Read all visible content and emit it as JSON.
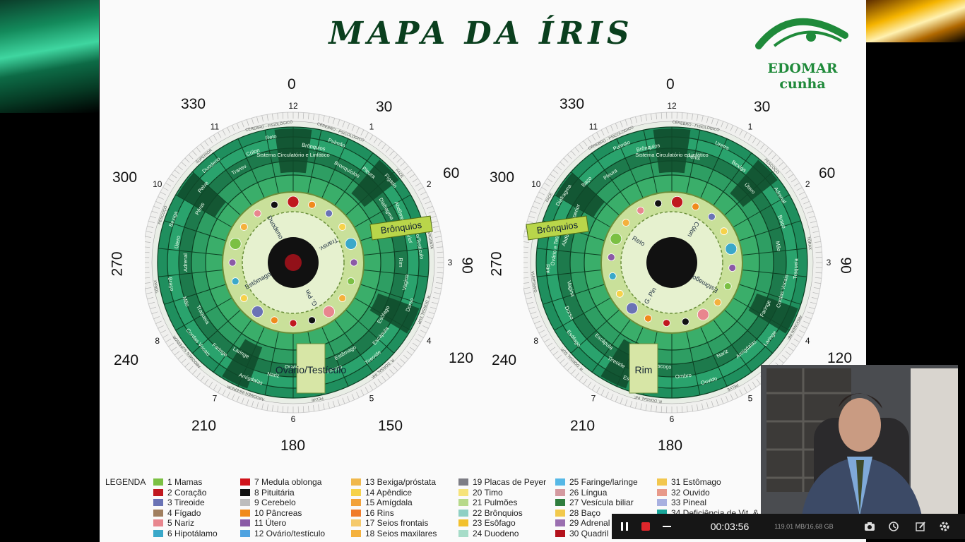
{
  "slide": {
    "title": "MAPA DA ÍRIS",
    "logo_text": "EDOMAR cunha"
  },
  "degrees": [
    "0",
    "30",
    "60",
    "90",
    "120",
    "150",
    "180",
    "210",
    "240",
    "270",
    "300",
    "330"
  ],
  "clock_hours": [
    "12",
    "1",
    "2",
    "3",
    "4",
    "5",
    "6",
    "7",
    "8",
    "9",
    "10",
    "11"
  ],
  "left_iris": {
    "outer_ring_labels": [
      "CÉREBRO - FISIOLÓGICO",
      "CÉREBRO - PSICOLÓGICO",
      "FACE",
      "GARGANTA",
      "R. DORSAL SUP.",
      "R. DORSAL INF.",
      "PELVE",
      "ABDOMEN INFERIOR",
      "ABDOMEN SUPERIOR",
      "TÓRAX",
      "PESCOÇO",
      "SUPERIOR"
    ],
    "zone_labels": [
      "Sistema Circulatório e Linfático",
      "Brônquios",
      "Pulmão",
      "Bronquíolos",
      "Pleura",
      "Fígado",
      "Diafragma",
      "Abdômen Superior",
      "Ovário/Testículo",
      "Rim",
      "Vagina",
      "Dorso",
      "Esôfago",
      "Escápula",
      "Tireoide",
      "Estômago",
      "Pescoço",
      "Ombro",
      "Ouvido",
      "Nariz",
      "Amígdalas",
      "Laringe",
      "Faringe",
      "Cordas Vocais",
      "Traqueia",
      "Mão",
      "Braço",
      "Adrenal",
      "Útero",
      "Bexiga",
      "Pênis",
      "Pelve",
      "Duodeno",
      "Transv.",
      "Cólon",
      "Reto"
    ],
    "inner_labels": [
      "Estômago",
      "Duodeno",
      "Transv.",
      "G. Pin"
    ]
  },
  "right_iris": {
    "outer_ring_labels": [
      "CÉREBRO - FISIOLÓGICO",
      "CÉREBRO - PSICOLÓGICO",
      "FACE",
      "GARGANTA",
      "R. DORSAL SUP.",
      "R. DORSAL INF.",
      "PELVE",
      "ABDOMEN INF.",
      "TÓRAX",
      "PESCOÇO"
    ],
    "zone_labels": [
      "Sistema Circulatório e Linfático",
      "Brônquios",
      "Pulmão",
      "Pleura",
      "Baço",
      "Diafragma",
      "Abdômen Superior",
      "Ovário e Testículo",
      "Rim",
      "Vagina",
      "Dorso",
      "Esôfago",
      "Escápula",
      "Tireoide",
      "Estômago",
      "Pescoço",
      "Ombro",
      "Ouvido",
      "Nariz",
      "Amígdalas",
      "Laringe",
      "Faringe",
      "Cordas Vocais",
      "Traqueia",
      "Mão",
      "Braço",
      "Adrenal",
      "Útero",
      "Bexiga",
      "Uretra",
      "Pênis"
    ],
    "inner_labels": [
      "Estômago",
      "Cólon",
      "Reto",
      "G. Pin"
    ]
  },
  "legend": {
    "title": "LEGENDA",
    "columns": [
      [
        {
          "n": "1",
          "label": "Mamas",
          "color": "#7bc043"
        },
        {
          "n": "2",
          "label": "Coração",
          "color": "#c0181f"
        },
        {
          "n": "3",
          "label": "Tireoide",
          "color": "#6a73b5"
        },
        {
          "n": "4",
          "label": "Fígado",
          "color": "#a07f5f"
        },
        {
          "n": "5",
          "label": "Nariz",
          "color": "#e8868e"
        },
        {
          "n": "6",
          "label": "Hipotálamo",
          "color": "#3aa8c9"
        }
      ],
      [
        {
          "n": "7",
          "label": "Medula oblonga",
          "color": "#d0121a"
        },
        {
          "n": "8",
          "label": "Pituitária",
          "color": "#111111"
        },
        {
          "n": "9",
          "label": "Cerebelo",
          "color": "#bdbdbd"
        },
        {
          "n": "10",
          "label": "Pâncreas",
          "color": "#f08a1c"
        },
        {
          "n": "11",
          "label": "Útero",
          "color": "#8b5aa6"
        },
        {
          "n": "12",
          "label": "Ovário/testículo",
          "color": "#4fa3e0"
        }
      ],
      [
        {
          "n": "13",
          "label": "Bexiga/próstata",
          "color": "#f0b84c"
        },
        {
          "n": "14",
          "label": "Apêndice",
          "color": "#f6d24a"
        },
        {
          "n": "15",
          "label": "Amígdala",
          "color": "#f2a23a"
        },
        {
          "n": "16",
          "label": "Rins",
          "color": "#f07b2a"
        },
        {
          "n": "17",
          "label": "Seios frontais",
          "color": "#f5c96b"
        },
        {
          "n": "18",
          "label": "Seios maxilares",
          "color": "#f4b13d"
        }
      ],
      [
        {
          "n": "19",
          "label": "Placas de Peyer",
          "color": "#7d7d85"
        },
        {
          "n": "20",
          "label": "Timo",
          "color": "#f6e37a"
        },
        {
          "n": "21",
          "label": "Pulmões",
          "color": "#b7d98a"
        },
        {
          "n": "22",
          "label": "Brônquios",
          "color": "#8fd0c4"
        },
        {
          "n": "23",
          "label": "Esôfago",
          "color": "#f2c12e"
        },
        {
          "n": "24",
          "label": "Duodeno",
          "color": "#a6dcc8"
        }
      ],
      [
        {
          "n": "25",
          "label": "Faringe/laringe",
          "color": "#56b8e6"
        },
        {
          "n": "26",
          "label": "Língua",
          "color": "#d49aa0"
        },
        {
          "n": "27",
          "label": "Vesícula biliar",
          "color": "#2f7d3e"
        },
        {
          "n": "28",
          "label": "Baço",
          "color": "#f2c94c"
        },
        {
          "n": "29",
          "label": "Adrenal",
          "color": "#9a6fb0"
        },
        {
          "n": "30",
          "label": "Quadril",
          "color": "#b3121c"
        }
      ],
      [
        {
          "n": "31",
          "label": "Estômago",
          "color": "#f2c74e"
        },
        {
          "n": "32",
          "label": "Ouvido",
          "color": "#e89a8a"
        },
        {
          "n": "33",
          "label": "Pineal",
          "color": "#a8b0e0"
        },
        {
          "n": "34",
          "label": "Deficiência de Vit. &",
          "color": "#1aa69a"
        }
      ]
    ]
  },
  "recorder": {
    "timer": "00:03:56",
    "storage": "119,01 MB/16,68 GB",
    "pause_icon": "pause-icon",
    "stop_icon": "stop-icon",
    "minimize_icon": "minimize-icon",
    "camera_icon": "camera-icon",
    "schedule_icon": "clock-icon",
    "edit_icon": "pencil-icon",
    "settings_icon": "gear-icon"
  }
}
